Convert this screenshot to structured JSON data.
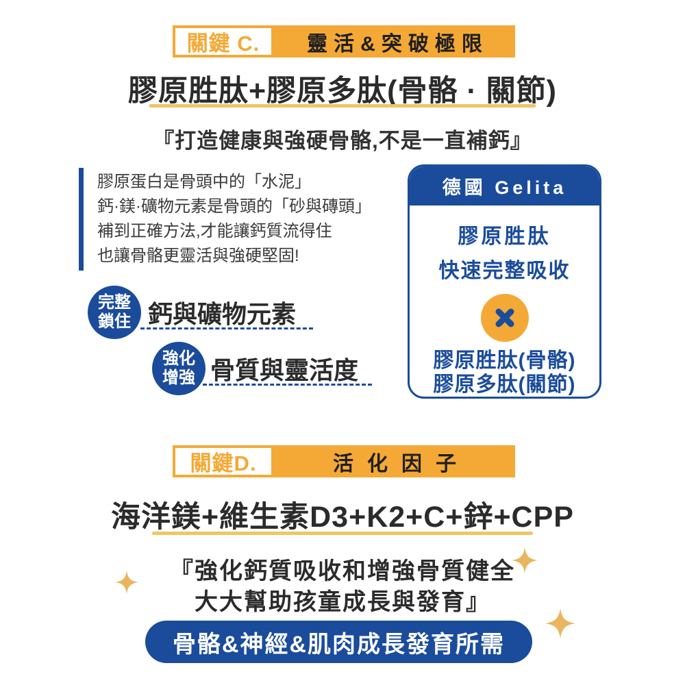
{
  "colors": {
    "amber": "#F4A936",
    "gold": "#EFC566",
    "blue": "#1B4C9B",
    "dark": "#2E2E2E",
    "text": "#3A3A3A",
    "sparkle": "#E9B55E"
  },
  "icons": {
    "x_mark": "✕",
    "sparkle": "✦"
  },
  "section_c": {
    "banner": {
      "tag": "關鍵 C.",
      "title": "靈活&突破極限"
    },
    "headline": "膠原胜肽+膠原多肽(骨骼 · 關節)",
    "quote": "『打造健康與強硬骨骼,不是一直補鈣』",
    "info_lines": [
      "膠原蛋白是骨頭中的「水泥」",
      "鈣·鎂·礦物元素是骨頭的「砂與磚頭」",
      "補到正確方法,才能讓鈣質流得住",
      "也讓骨骼更靈活與強硬堅固!"
    ],
    "badges": [
      {
        "circle_top": "完整",
        "circle_bottom": "鎖住",
        "label": "鈣與礦物元素"
      },
      {
        "circle_top": "強化",
        "circle_bottom": "增強",
        "label": "骨質與靈活度"
      }
    ],
    "card": {
      "header": "德國 Gelita",
      "benefit_line1": "膠原胜肽",
      "benefit_line2": "快速完整吸收",
      "items": [
        "膠原胜肽(骨骼)",
        "膠原多肽(關節)"
      ]
    }
  },
  "section_d": {
    "banner": {
      "tag": "關鍵D.",
      "title": "活化因子"
    },
    "headline": "海洋鎂+維生素D3+K2+C+鋅+CPP",
    "quote_line1": "『強化鈣質吸收和增強骨質健全",
    "quote_line2": "大大幫助孩童成長與發育』",
    "pill": "骨骼&神經&肌肉成長發育所需"
  }
}
